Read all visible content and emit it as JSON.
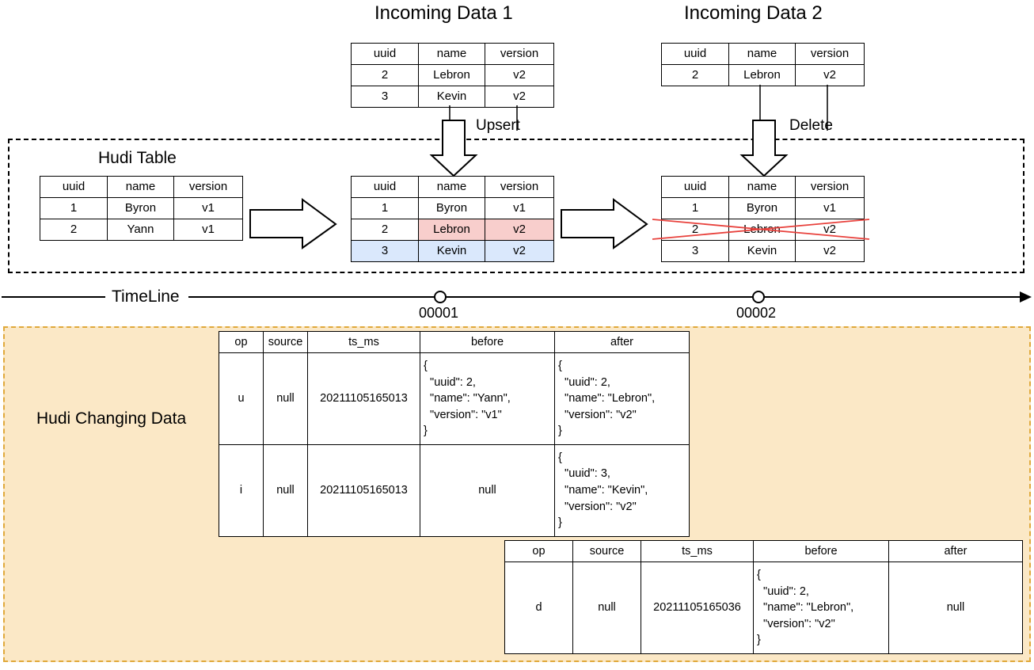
{
  "diagram": {
    "incoming1": {
      "title": "Incoming Data 1",
      "headers": [
        "uuid",
        "name",
        "version"
      ],
      "rows": [
        [
          "2",
          "Lebron",
          "v2"
        ],
        [
          "3",
          "Kevin",
          "v2"
        ]
      ],
      "operation_label": "Upsert"
    },
    "incoming2": {
      "title": "Incoming Data 2",
      "headers": [
        "uuid",
        "name",
        "version"
      ],
      "rows": [
        [
          "2",
          "Lebron",
          "v2"
        ]
      ],
      "operation_label": "Delete"
    },
    "hudi_table": {
      "title": "Hudi Table",
      "headers": [
        "uuid",
        "name",
        "version"
      ],
      "rows": [
        [
          "1",
          "Byron",
          "v1"
        ],
        [
          "2",
          "Yann",
          "v1"
        ]
      ]
    },
    "hudi_after_upsert": {
      "headers": [
        "uuid",
        "name",
        "version"
      ],
      "rows": [
        [
          "1",
          "Byron",
          "v1"
        ],
        [
          "2",
          "Lebron",
          "v2"
        ],
        [
          "3",
          "Kevin",
          "v2"
        ]
      ]
    },
    "hudi_after_delete": {
      "headers": [
        "uuid",
        "name",
        "version"
      ],
      "rows": [
        [
          "1",
          "Byron",
          "v1"
        ],
        [
          "2",
          "Lebron",
          "v2"
        ],
        [
          "3",
          "Kevin",
          "v2"
        ]
      ]
    },
    "timeline": {
      "label": "TimeLine",
      "ticks": [
        "00001",
        "00002"
      ]
    },
    "changing_data": {
      "label": "Hudi Changing Data",
      "headers": [
        "op",
        "source",
        "ts_ms",
        "before",
        "after"
      ],
      "commit1_rows": [
        {
          "op": "u",
          "source": "null",
          "ts_ms": "20211105165013",
          "before": "{\n  \"uuid\": 2,\n  \"name\": \"Yann\",\n  \"version\": \"v1\"\n}",
          "after": "{\n  \"uuid\": 2,\n  \"name\": \"Lebron\",\n  \"version\": \"v2\"\n}"
        },
        {
          "op": "i",
          "source": "null",
          "ts_ms": "20211105165013",
          "before": "null",
          "after": "{\n  \"uuid\": 3,\n  \"name\": \"Kevin\",\n  \"version\": \"v2\"\n}"
        }
      ],
      "commit2_rows": [
        {
          "op": "d",
          "source": "null",
          "ts_ms": "20211105165036",
          "before": "{\n  \"uuid\": 2,\n  \"name\": \"Lebron\",\n  \"version\": \"v2\"\n}",
          "after": "null"
        }
      ]
    },
    "colors": {
      "updated_row": "#f8cecc",
      "inserted_row": "#dae8fc",
      "deleted_mark": "#e8413c",
      "changing_data_bg": "#fbe8c6",
      "changing_data_border": "#e0a93b"
    }
  }
}
